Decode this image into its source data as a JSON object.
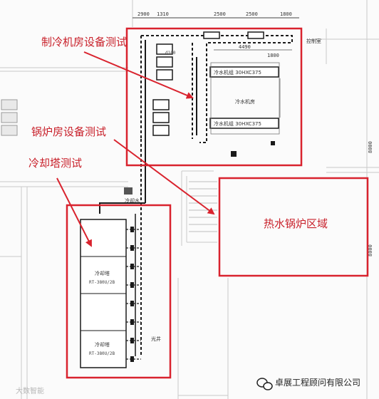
{
  "callouts": {
    "chiller_room": "制冷机房设备测试",
    "boiler_room": "锅炉房设备测试",
    "cooling_tower": "冷却塔测试",
    "hot_water_boiler_area": "热水锅炉区域"
  },
  "drawing": {
    "dims_top": [
      "2900",
      "1310",
      "2500",
      "2500",
      "1800"
    ],
    "dim_4490": "4490",
    "dim_1800": "1800",
    "dim_d100": "d100",
    "chiller_unit_1": "冷水机组 30HXC375",
    "chiller_unit_2": "冷水机组 30HXC375",
    "chiller_room_name": "冷水机房",
    "cooling_tower_1_name": "冷却塔",
    "cooling_tower_1_model": "RT-380U/2B",
    "cooling_tower_2_name": "冷却塔",
    "cooling_tower_2_model": "RT-380U/2B",
    "pipe_label": "冷却水",
    "control_room": "控制室",
    "shaft": "光井",
    "dim_right_1": "8000",
    "dim_right_2": "8000"
  },
  "watermarks": {
    "company": "卓展工程顾问有限公司",
    "bottom_left": "大数智能"
  },
  "colors": {
    "callout_red": "#c8202a",
    "box_red": "#d9232e",
    "line_dark": "#1a1a1a"
  }
}
